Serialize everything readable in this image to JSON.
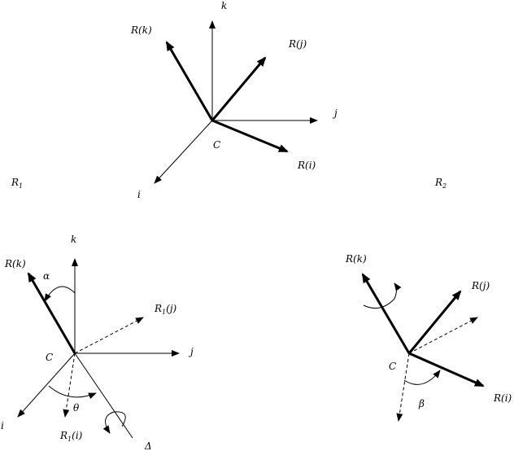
{
  "labels": {
    "top": {
      "k": "k",
      "Rk": "R(k)",
      "Rj": "R(j)",
      "j": "j",
      "C": "C",
      "Ri": "R(i)",
      "i": "i"
    },
    "R1": {
      "main": "R",
      "sub": "1"
    },
    "R2": {
      "main": "R",
      "sub": "2"
    },
    "left": {
      "k": "k",
      "Rk": "R(k)",
      "alpha": "α",
      "R1j": {
        "pre": "R",
        "sub": "1",
        "post": "(j)"
      },
      "C": "C",
      "j": "j",
      "theta": "θ",
      "i": "i",
      "R1i": {
        "pre": "R",
        "sub": "1",
        "post": "(i)"
      },
      "Delta": "Δ"
    },
    "right": {
      "Rk": "R(k)",
      "Rj": "R(j)",
      "C": "C",
      "beta": "β",
      "Ri": "R(i)"
    }
  }
}
